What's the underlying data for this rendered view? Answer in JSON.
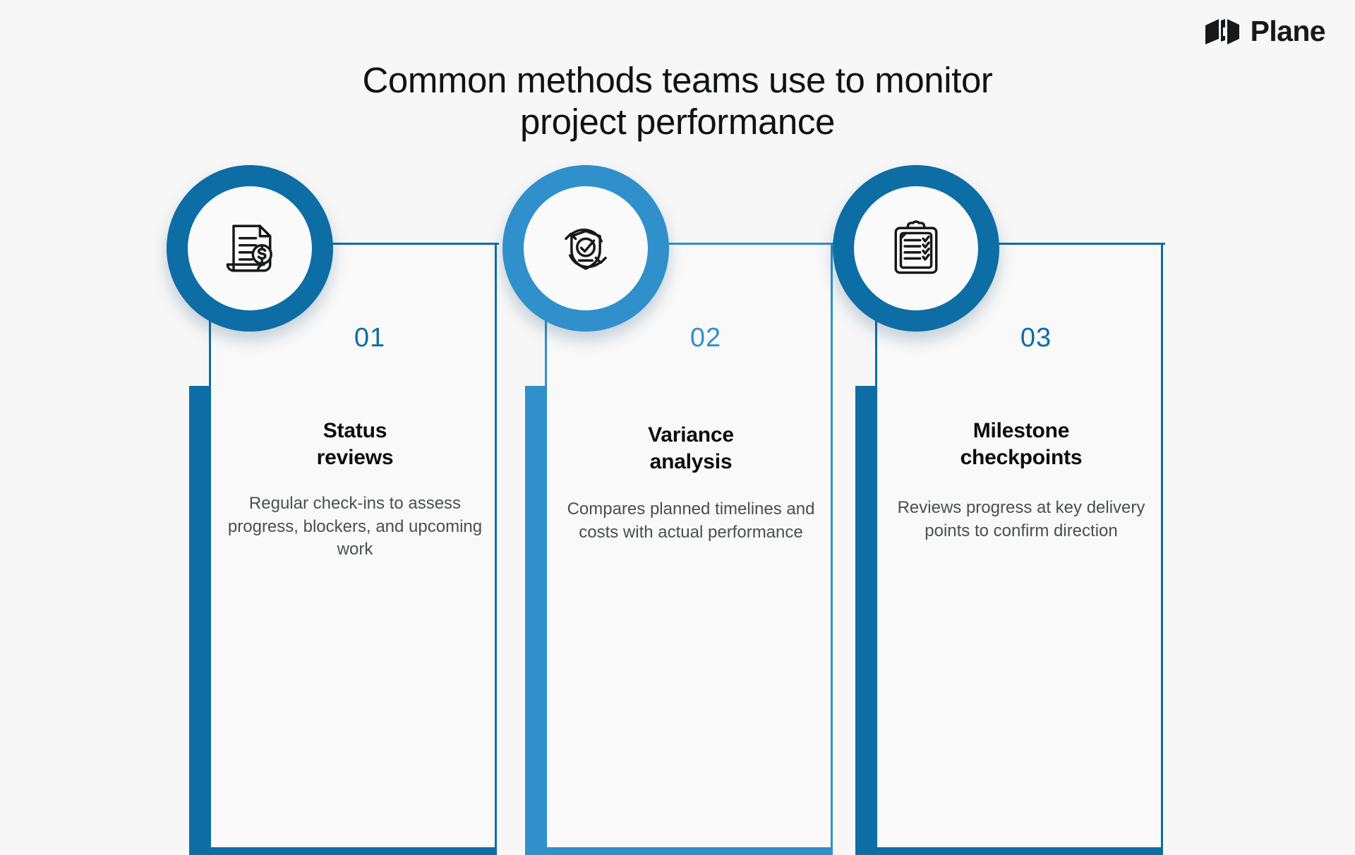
{
  "brand": {
    "name": "Plane",
    "mark_icon": "plane-logo-icon"
  },
  "header": {
    "title_line1": "Common methods teams use to monitor",
    "title_line2": "project performance"
  },
  "colors": {
    "background": "#f7f7f7",
    "accent_dark": "#0d6da5",
    "accent_light": "#2f90cc",
    "title_text": "#111214",
    "body_text": "#4a4e53"
  },
  "cards": [
    {
      "number": "01",
      "heading_line1": "Status",
      "heading_line2": "reviews",
      "description": "Regular check-ins to assess progress, blockers, and upcoming work",
      "icon": "invoice-document-icon",
      "accent": "#0d6da5"
    },
    {
      "number": "02",
      "heading_line1": "Variance",
      "heading_line2": "analysis",
      "description": "Compares planned timelines and costs with actual performance",
      "icon": "shield-check-refresh-icon",
      "accent": "#2f90cc"
    },
    {
      "number": "03",
      "heading_line1": "Milestone",
      "heading_line2": "checkpoints",
      "description": "Reviews progress at key delivery points to confirm direction",
      "icon": "clipboard-checklist-icon",
      "accent": "#0d6da5"
    }
  ]
}
